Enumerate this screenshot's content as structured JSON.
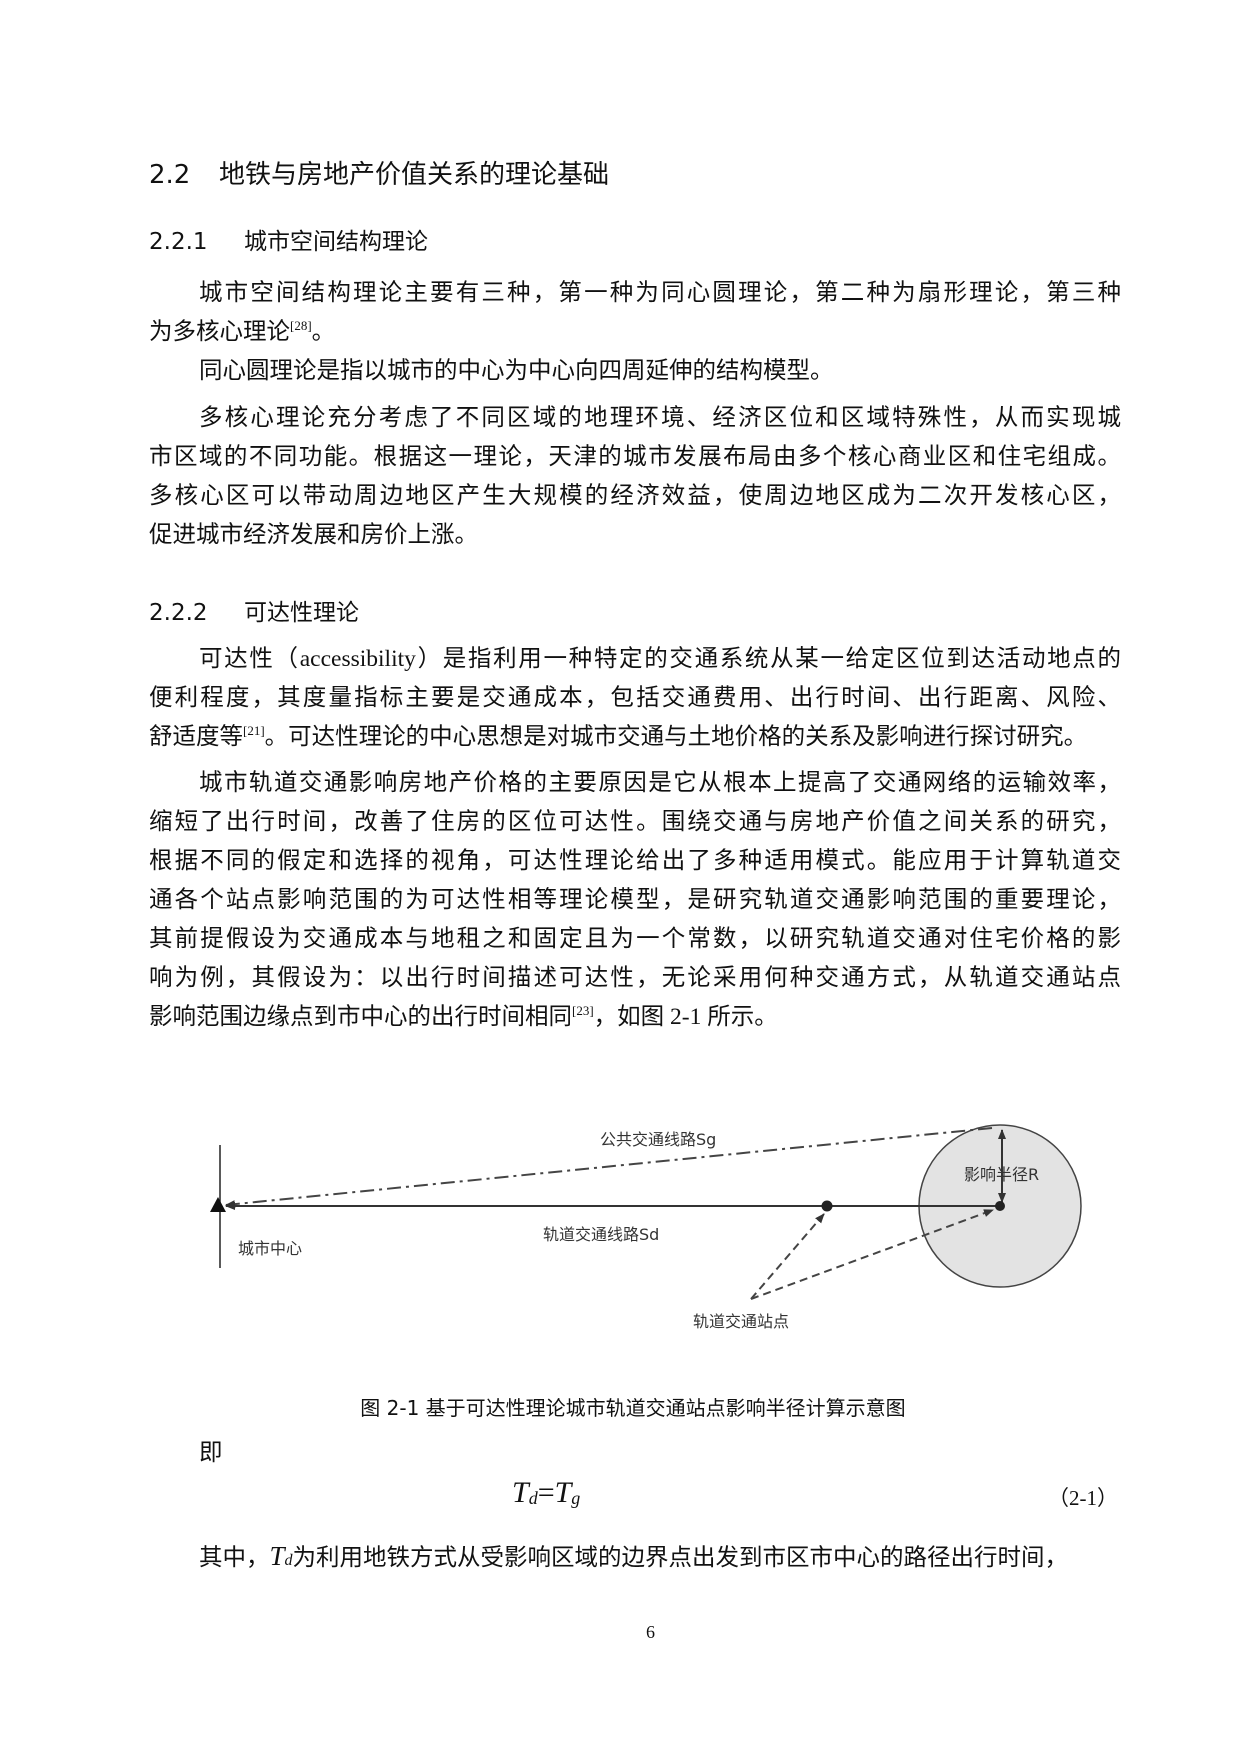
{
  "section": {
    "number": "2.2",
    "title": "地铁与房地产价值关系的理论基础"
  },
  "subsections": [
    {
      "number": "2.2.1",
      "title": "城市空间结构理论"
    },
    {
      "number": "2.2.2",
      "title": "可达性理论"
    }
  ],
  "paragraphs": [
    {
      "lines": [
        [
          {
            "t": "城市空间结构理论主要有三种，第一种为同心圆理论，第二种为扇形理论，第三种"
          }
        ],
        [
          {
            "t": "为多核心理论"
          },
          {
            "sup": "[28]"
          },
          {
            "t": "。"
          }
        ]
      ]
    },
    {
      "lines": [
        [
          {
            "t": "同心圆理论是指以城市的中心为中心向四周延伸的结构模型。"
          }
        ]
      ]
    },
    {
      "lines": [
        [
          {
            "t": "多核心理论充分考虑了不同区域的地理环境、经济区位和区域特殊性，从而实现城"
          }
        ],
        [
          {
            "t": "市区域的不同功能。根据这一理论，天津的城市发展布局由多个核心商业区和住宅组成。"
          }
        ],
        [
          {
            "t": "多核心区可以带动周边地区产生大规模的经济效益，使周边地区成为二次开发核心区，"
          }
        ],
        [
          {
            "t": "促进城市经济发展和房价上涨。"
          }
        ]
      ]
    },
    {
      "lines": [
        [
          {
            "t": "可达性（accessibility）是指利用一种特定的交通系统从某一给定区位到达活动地点的"
          }
        ],
        [
          {
            "t": "便利程度，其度量指标主要是交通成本，包括交通费用、出行时间、出行距离、风险、"
          }
        ],
        [
          {
            "t": "舒适度等"
          },
          {
            "sup": "[21]"
          },
          {
            "t": "。可达性理论的中心思想是对城市交通与土地价格的关系及影响进行探讨研究。"
          }
        ]
      ]
    },
    {
      "lines": [
        [
          {
            "t": "城市轨道交通影响房地产价格的主要原因是它从根本上提高了交通网络的运输效率，"
          }
        ],
        [
          {
            "t": "缩短了出行时间，改善了住房的区位可达性。围绕交通与房地产价值之间关系的研究，"
          }
        ],
        [
          {
            "t": "根据不同的假定和选择的视角，可达性理论给出了多种适用模式。能应用于计算轨道交"
          }
        ],
        [
          {
            "t": "通各个站点影响范围的为可达性相等理论模型，是研究轨道交通影响范围的重要理论，"
          }
        ],
        [
          {
            "t": "其前提假设为交通成本与地租之和固定且为一个常数，以研究轨道交通对住宅价格的影"
          }
        ],
        [
          {
            "t": "响为例，其假设为：以出行时间描述可达性，无论采用何种交通方式，从轨道交通站点"
          }
        ],
        [
          {
            "t": "影响范围边缘点到市中心的出行时间相同"
          },
          {
            "sup": "[23]"
          },
          {
            "t": "，如图 2-1 所示。"
          }
        ]
      ]
    }
  ],
  "figure": {
    "labels": {
      "bus_route": "公共交通线路Sg",
      "radius": "影响半径R",
      "rail_route": "轨道交通线路Sd",
      "city_center": "城市中心",
      "station": "轨道交通站点"
    },
    "caption": "图 2-1 基于可达性理论城市轨道交通站点影响半径计算示意图",
    "circle_fill": "#e3e3e3"
  },
  "ji": "即",
  "equation": {
    "lhs": "T",
    "lhs_sub": "d",
    "op": "=",
    "rhs": "T",
    "rhs_sub": "g",
    "number": "（2-1）"
  },
  "last_line": {
    "prefix": "其中，",
    "var": "T",
    "var_sub": "d",
    "text": "为利用地铁方式从受影响区域的边界点出发到市区市中心的路径出行时间，"
  },
  "page_number": "6"
}
